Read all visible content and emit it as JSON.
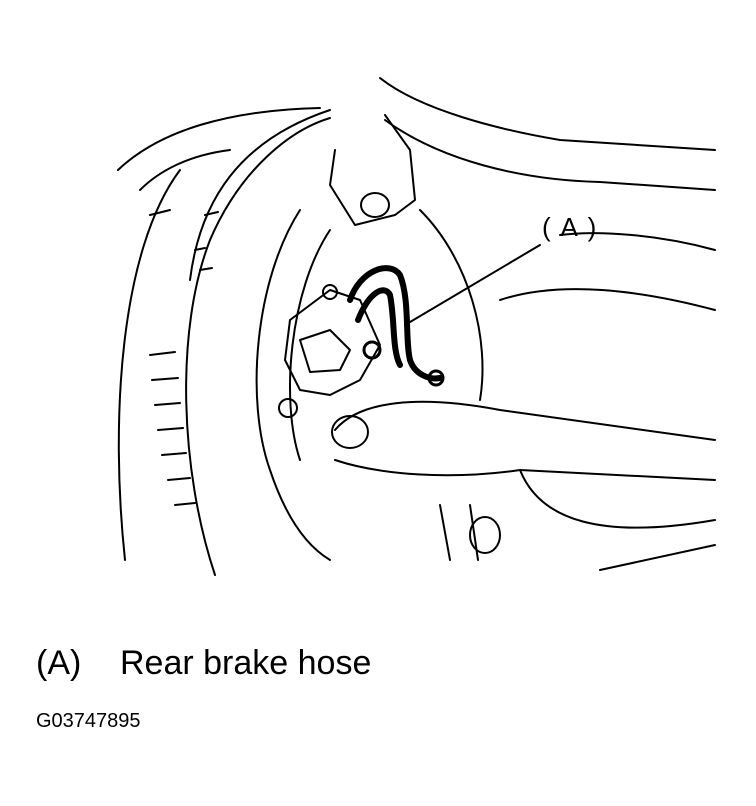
{
  "callout": {
    "marker": "( A )"
  },
  "legend": [
    {
      "marker": "(A)",
      "text": "Rear brake hose"
    }
  ],
  "figure_id": "G03747895"
}
